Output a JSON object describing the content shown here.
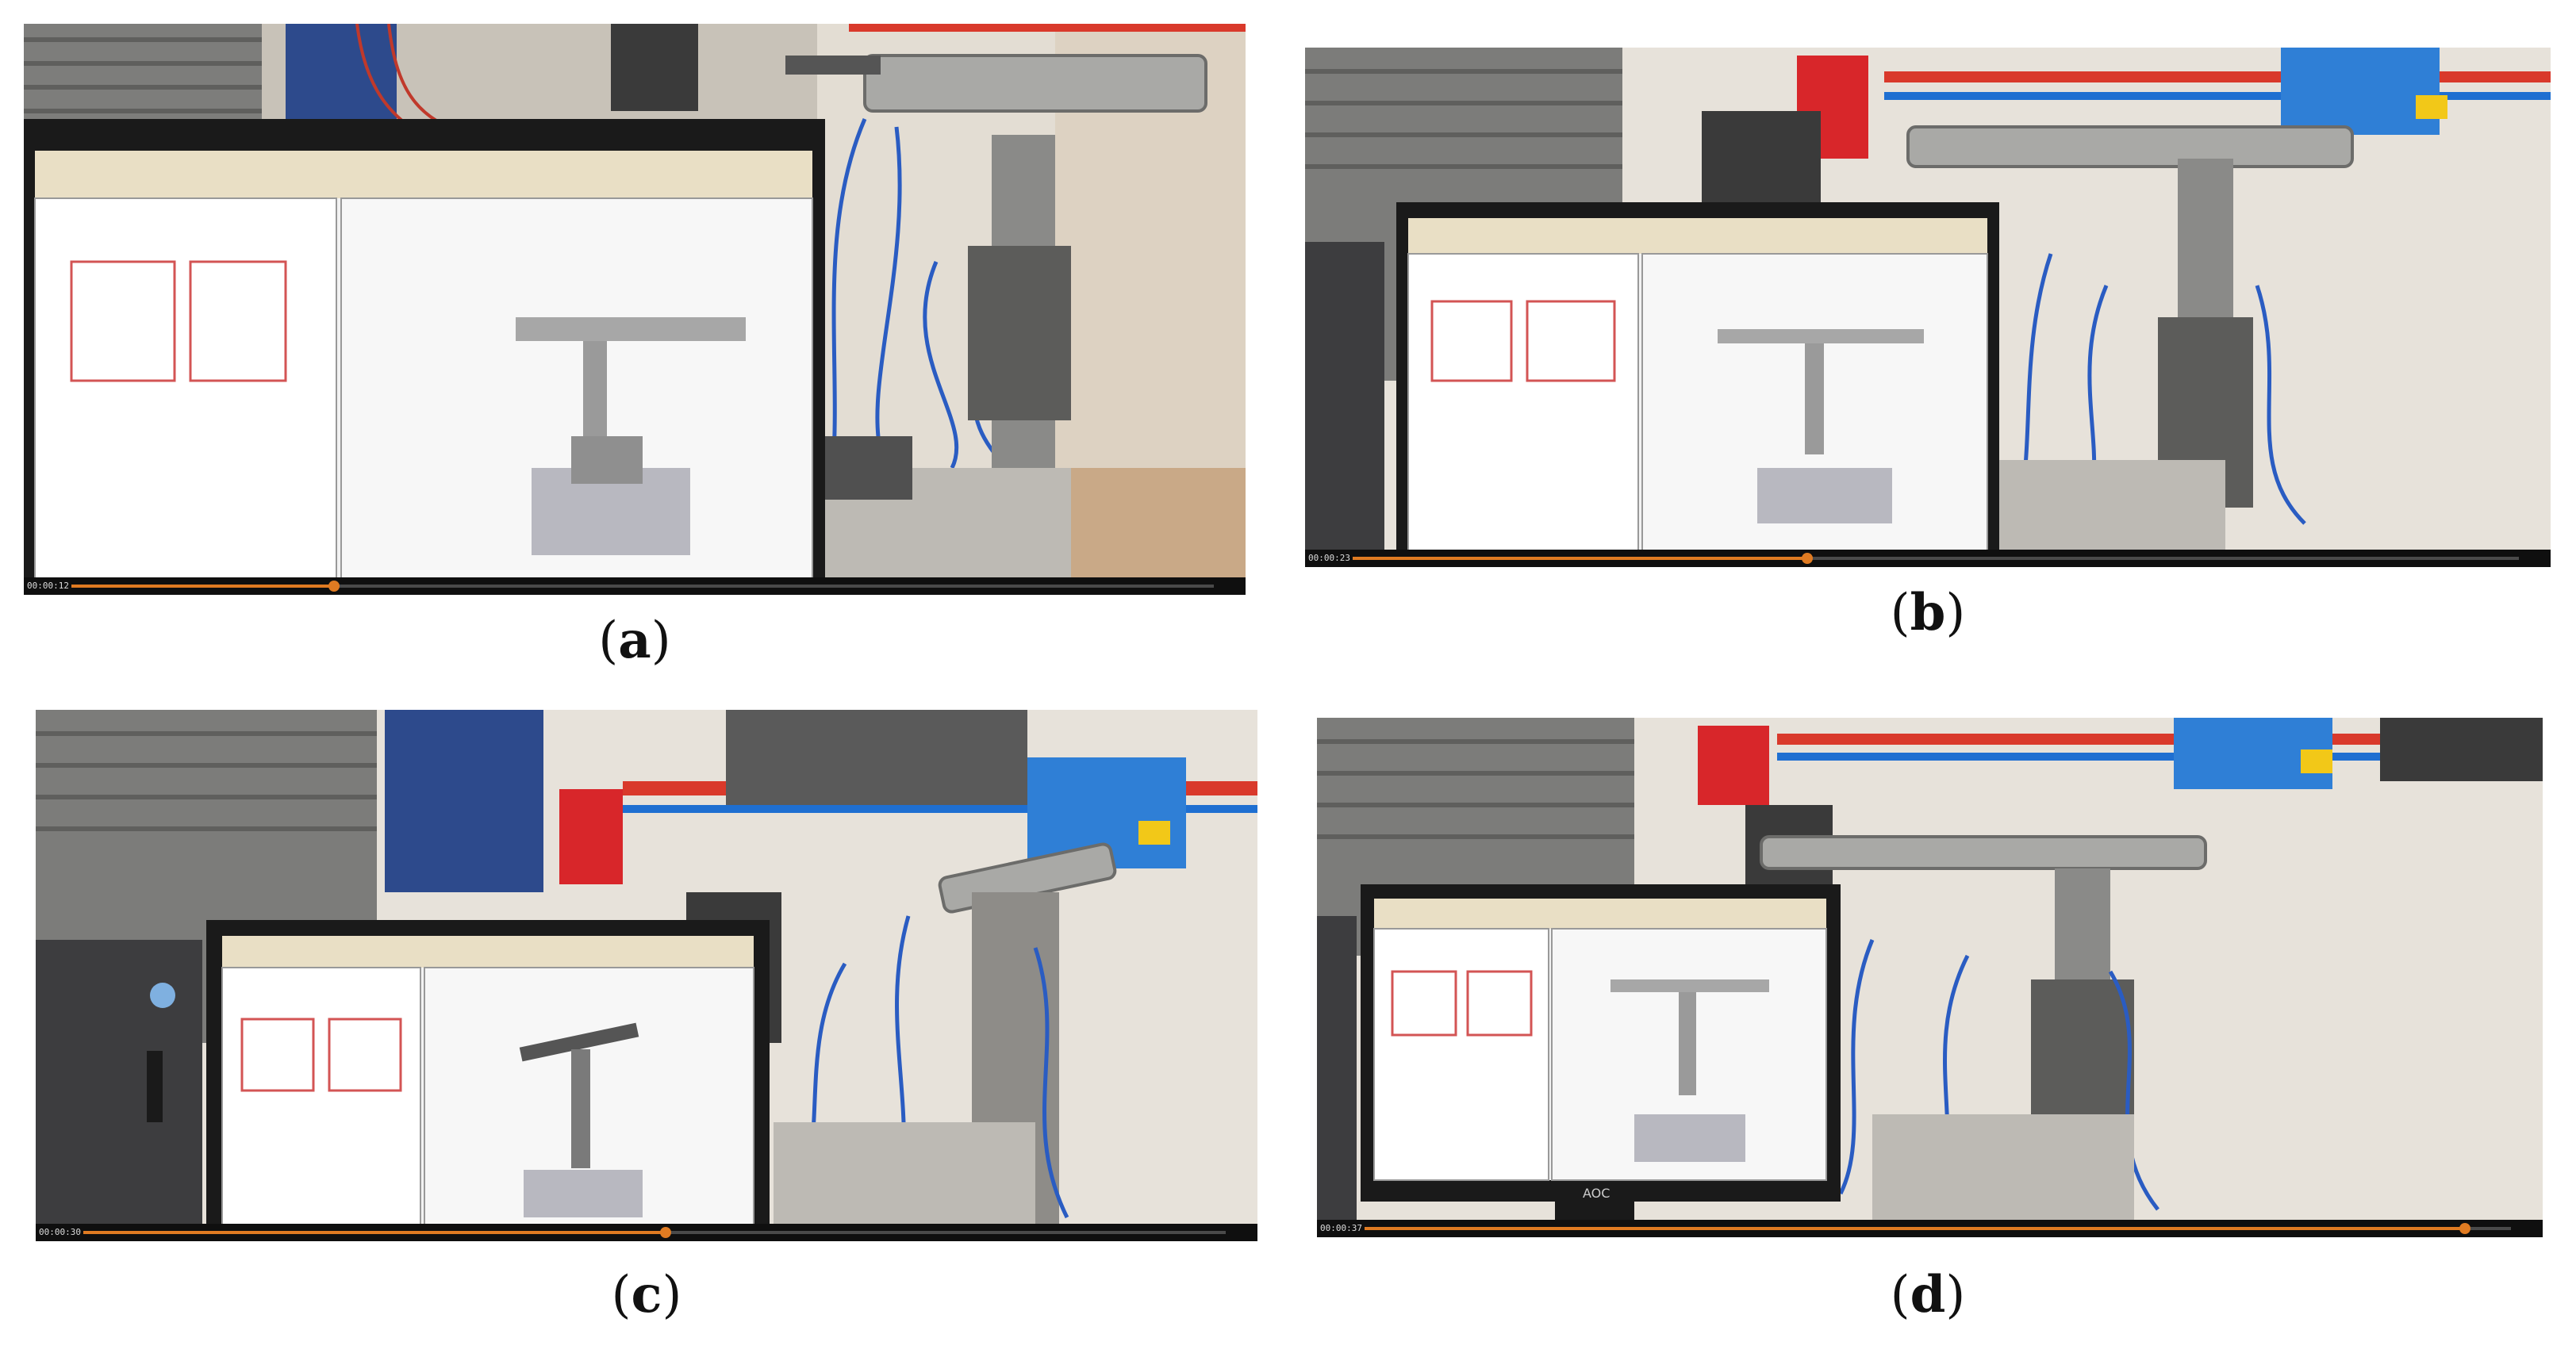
{
  "figure": {
    "panels": [
      {
        "id": "a",
        "label_open": "(",
        "label_letter": "a",
        "label_close": ")",
        "progress": 0.23,
        "timestamp": "00:00:12"
      },
      {
        "id": "b",
        "label_open": "(",
        "label_letter": "b",
        "label_close": ")",
        "progress": 0.39,
        "timestamp": "00:00:23"
      },
      {
        "id": "c",
        "label_open": "(",
        "label_letter": "c",
        "label_close": ")",
        "progress": 0.51,
        "timestamp": "00:00:30"
      },
      {
        "id": "d",
        "label_open": "(",
        "label_letter": "d",
        "label_close": ")",
        "progress": 0.96,
        "timestamp": "00:00:37"
      }
    ],
    "monitor_brand_text": "AOC",
    "colors": {
      "red_stripe": "#d9392b",
      "blue_stripe": "#1f6fd1",
      "control_box_blue": "#2f7fd6",
      "control_box_red": "#d8262a",
      "timeline_orange": "#e07b22",
      "monitor_frame": "#1a1a1a"
    }
  }
}
